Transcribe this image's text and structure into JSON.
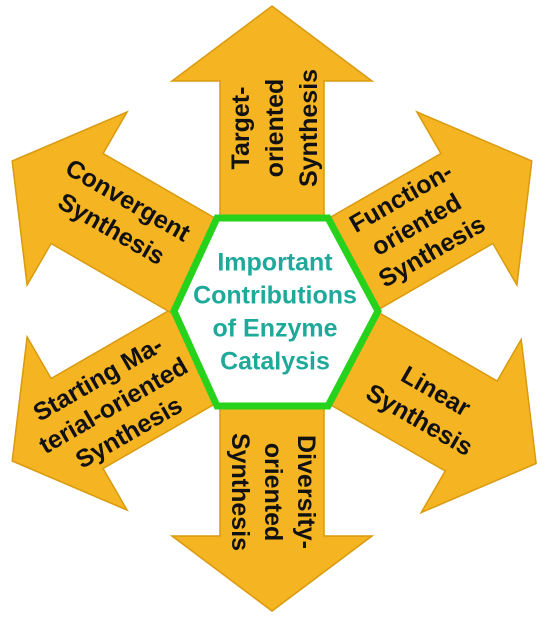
{
  "colors": {
    "arrow_fill": "#F5B422",
    "arrow_stroke": "#D99A0E",
    "hexagon_stroke": "#27D21C",
    "hexagon_fill": "#FFFFFF",
    "center_text": "#1FA99A",
    "label_text": "#111111"
  },
  "center": {
    "lines": [
      "Important",
      "Contributions",
      "of Enzyme",
      "Catalysis"
    ]
  },
  "arrows": [
    {
      "id": "target",
      "lines": [
        "Target-",
        "oriented",
        "Synthesis"
      ]
    },
    {
      "id": "function",
      "lines": [
        "Function-",
        "oriented",
        "Synthesis"
      ]
    },
    {
      "id": "linear",
      "lines": [
        "Linear",
        "Synthesis"
      ]
    },
    {
      "id": "diversity",
      "lines": [
        "Diversity-",
        "oriented",
        "Synthesis"
      ]
    },
    {
      "id": "starting",
      "lines": [
        "Starting Ma-",
        "terial-oriented",
        "Synthesis"
      ]
    },
    {
      "id": "convergent",
      "lines": [
        "Convergent",
        "Synthesis"
      ]
    }
  ]
}
